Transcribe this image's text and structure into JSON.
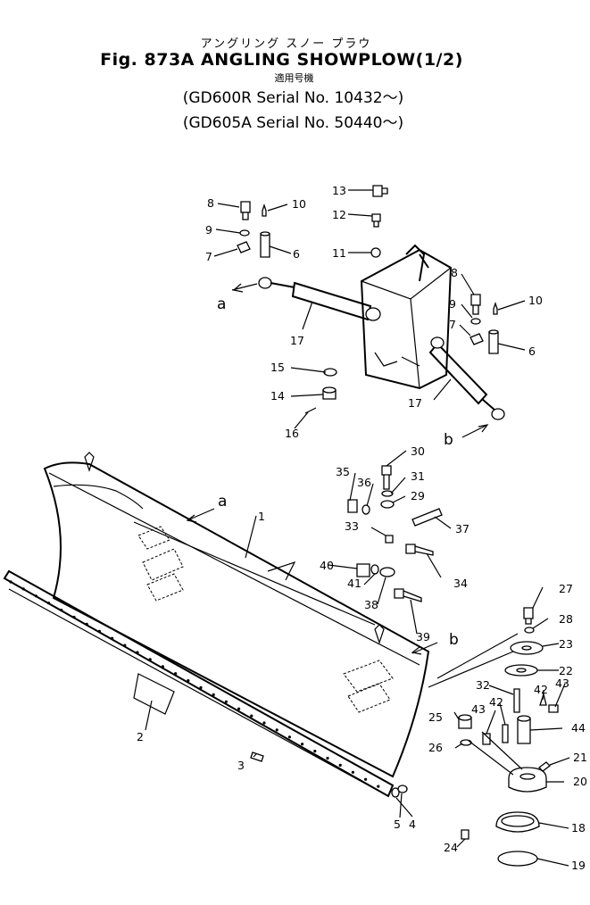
{
  "header": {
    "kana_title": "アングリング スノー プラウ",
    "title": "Fig. 873A  ANGLING SHOWPLOW(1/2)",
    "applicable_label": "適用号機",
    "serial_1": "(GD600R Serial No. 10432～)",
    "serial_2": "(GD605A Serial No. 50440～)"
  },
  "callouts": [
    {
      "id": "c8a",
      "text": "8"
    },
    {
      "id": "c9a",
      "text": "9"
    },
    {
      "id": "c7a",
      "text": "7"
    },
    {
      "id": "c10a",
      "text": "10"
    },
    {
      "id": "c6a",
      "text": "6"
    },
    {
      "id": "c13",
      "text": "13"
    },
    {
      "id": "c12",
      "text": "12"
    },
    {
      "id": "c11",
      "text": "11"
    },
    {
      "id": "cA1",
      "text": "a"
    },
    {
      "id": "c17a",
      "text": "17"
    },
    {
      "id": "c15",
      "text": "15"
    },
    {
      "id": "c14",
      "text": "14"
    },
    {
      "id": "c16",
      "text": "16"
    },
    {
      "id": "c8b",
      "text": "8"
    },
    {
      "id": "c9b",
      "text": "9"
    },
    {
      "id": "c7b",
      "text": "7"
    },
    {
      "id": "c10b",
      "text": "10"
    },
    {
      "id": "c6b",
      "text": "6"
    },
    {
      "id": "c17b",
      "text": "17"
    },
    {
      "id": "cB1",
      "text": "b"
    },
    {
      "id": "c30",
      "text": "30"
    },
    {
      "id": "c35",
      "text": "35"
    },
    {
      "id": "c36",
      "text": "36"
    },
    {
      "id": "c31",
      "text": "31"
    },
    {
      "id": "c29",
      "text": "29"
    },
    {
      "id": "c37",
      "text": "37"
    },
    {
      "id": "c33",
      "text": "33"
    },
    {
      "id": "c34",
      "text": "34"
    },
    {
      "id": "c40",
      "text": "40"
    },
    {
      "id": "c41",
      "text": "41"
    },
    {
      "id": "c38",
      "text": "38"
    },
    {
      "id": "c39",
      "text": "39"
    },
    {
      "id": "cA2",
      "text": "a"
    },
    {
      "id": "c1",
      "text": "1"
    },
    {
      "id": "cB2",
      "text": "b"
    },
    {
      "id": "c27",
      "text": "27"
    },
    {
      "id": "c28",
      "text": "28"
    },
    {
      "id": "c23",
      "text": "23"
    },
    {
      "id": "c22",
      "text": "22"
    },
    {
      "id": "c32",
      "text": "32"
    },
    {
      "id": "c42a",
      "text": "42"
    },
    {
      "id": "c43a",
      "text": "43"
    },
    {
      "id": "c25",
      "text": "25"
    },
    {
      "id": "c43b",
      "text": "43"
    },
    {
      "id": "c42b",
      "text": "42"
    },
    {
      "id": "c44",
      "text": "44"
    },
    {
      "id": "c26",
      "text": "26"
    },
    {
      "id": "c21",
      "text": "21"
    },
    {
      "id": "c20",
      "text": "20"
    },
    {
      "id": "c2",
      "text": "2"
    },
    {
      "id": "c3",
      "text": "3"
    },
    {
      "id": "c5",
      "text": "5"
    },
    {
      "id": "c4",
      "text": "4"
    },
    {
      "id": "c18",
      "text": "18"
    },
    {
      "id": "c24",
      "text": "24"
    },
    {
      "id": "c19",
      "text": "19"
    }
  ]
}
